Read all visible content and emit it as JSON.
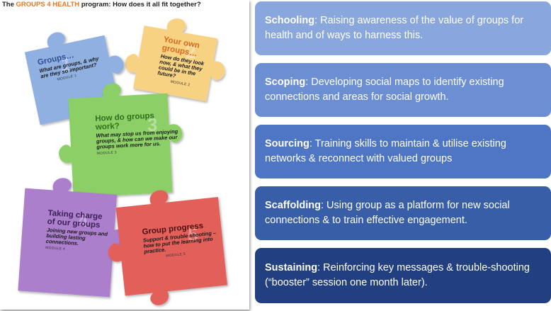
{
  "header": {
    "title_prefix": "The ",
    "title_accent": "GROUPS 4 HEALTH",
    "title_suffix": " program: How does it all fit together?"
  },
  "puzzle": [
    {
      "title": "Groups…",
      "body": "What are groups, & why are they so important?",
      "module": "MODULE 1",
      "number": "1",
      "color": "#8fb0e0"
    },
    {
      "title": "Your own groups…",
      "body": "How do they look now, & what they could be in the future?",
      "module": "MODULE 2",
      "number": "2",
      "color": "#f7d283"
    },
    {
      "title": "How do groups work?",
      "body": "What may stop us from enjoying groups, & how can we make our groups work more for us.",
      "module": "MODULE 3",
      "number": "3",
      "color": "#8ccf66"
    },
    {
      "title": "Taking charge of our groups",
      "body": "Joining new groups and building lasting connections.",
      "module": "MODULE 4",
      "number": "4",
      "color": "#ac7fcd"
    },
    {
      "title": "Group progress",
      "body": "Support & trouble shooting – how to put the learning into practice.",
      "module": "MODULE 5",
      "number": "5",
      "color": "#e35e5a"
    }
  ],
  "stages": [
    {
      "name": "Schooling",
      "text": ": Raising awareness of the value of groups for health and of ways to harness this.",
      "color": "#89a7dc"
    },
    {
      "name": "Scoping",
      "text": ": Developing social maps to identify existing connections and areas for social growth.",
      "color": "#6c8fd3"
    },
    {
      "name": "Sourcing",
      "text": ": Training skills to maintain & utilise existing networks & reconnect with valued groups",
      "color": "#4f76c4"
    },
    {
      "name": "Scaffolding",
      "text": ": Using group as a platform for new social connections & to train effective engagement.",
      "color": "#385ea8"
    },
    {
      "name": "Sustaining",
      "text": ": Reinforcing key messages & trouble-shooting (“booster” session one month later).",
      "color": "#223f80"
    }
  ]
}
